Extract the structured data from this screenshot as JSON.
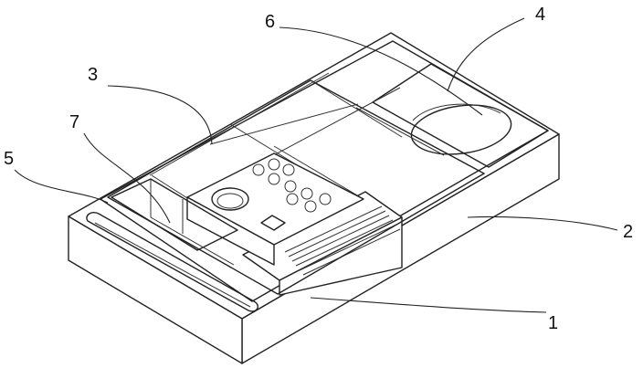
{
  "diagram": {
    "labels": {
      "l1": "1",
      "l2": "2",
      "l3": "3",
      "l4": "4",
      "l5": "5",
      "l6": "6",
      "l7": "7"
    }
  }
}
